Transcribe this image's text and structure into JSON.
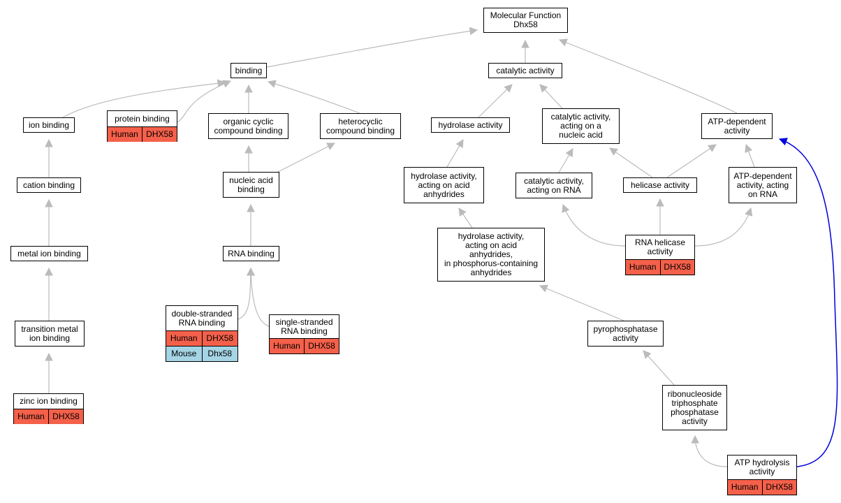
{
  "colors": {
    "edge": "#bbbbbb",
    "highlight_edge": "#0000dd",
    "human": "#f4604a",
    "mouse": "#a5d4e4"
  },
  "nodes": {
    "mf": "Molecular Function\nDhx58",
    "binding": "binding",
    "catalytic": "catalytic activity",
    "ion_binding": "ion binding",
    "protein_binding": "protein binding",
    "organic_cyclic": "organic cyclic\ncompound binding",
    "heterocyclic": "heterocyclic\ncompound binding",
    "hydrolase": "hydrolase activity",
    "cat_nucleic": "catalytic activity,\nacting on a\nnucleic acid",
    "atp_dependent": "ATP-dependent\nactivity",
    "cation_binding": "cation binding",
    "nucleic_acid_binding": "nucleic acid\nbinding",
    "hydrolase_acid_anh": "hydrolase activity,\nacting on acid\nanhydrides",
    "cat_rna": "catalytic activity,\nacting on RNA",
    "helicase": "helicase activity",
    "atp_dep_rna": "ATP-dependent\nactivity, acting\non RNA",
    "metal_ion_binding": "metal ion binding",
    "rna_binding": "RNA binding",
    "hydrolase_phos": "hydrolase activity,\nacting on acid\nanhydrides,\nin phosphorus-containing\nanhydrides",
    "rna_helicase": "RNA helicase\nactivity",
    "transition_metal": "transition metal\nion binding",
    "ds_rna_binding": "double-stranded\nRNA binding",
    "ss_rna_binding": "single-stranded\nRNA binding",
    "pyrophosphatase": "pyrophosphatase\nactivity",
    "zinc_ion_binding": "zinc ion binding",
    "ribonucleoside": "ribonucleoside\ntriphosphate\nphosphatase\nactivity",
    "atp_hydrolysis": "ATP hydrolysis\nactivity"
  },
  "annotations": {
    "protein_binding": [
      {
        "species": "Human",
        "gene": "DHX58"
      }
    ],
    "rna_helicase": [
      {
        "species": "Human",
        "gene": "DHX58"
      }
    ],
    "zinc_ion_binding": [
      {
        "species": "Human",
        "gene": "DHX58"
      }
    ],
    "ds_rna_binding": [
      {
        "species": "Human",
        "gene": "DHX58"
      },
      {
        "species": "Mouse",
        "gene": "Dhx58"
      }
    ],
    "ss_rna_binding": [
      {
        "species": "Human",
        "gene": "DHX58"
      }
    ],
    "atp_hydrolysis": [
      {
        "species": "Human",
        "gene": "DHX58"
      }
    ]
  },
  "edges": [
    {
      "from": "binding",
      "to": "mf"
    },
    {
      "from": "catalytic",
      "to": "mf"
    },
    {
      "from": "atp_dependent",
      "to": "mf"
    },
    {
      "from": "ion_binding",
      "to": "binding"
    },
    {
      "from": "protein_binding",
      "to": "binding"
    },
    {
      "from": "organic_cyclic",
      "to": "binding"
    },
    {
      "from": "heterocyclic",
      "to": "binding"
    },
    {
      "from": "hydrolase",
      "to": "catalytic"
    },
    {
      "from": "cat_nucleic",
      "to": "catalytic"
    },
    {
      "from": "cation_binding",
      "to": "ion_binding"
    },
    {
      "from": "metal_ion_binding",
      "to": "cation_binding"
    },
    {
      "from": "transition_metal",
      "to": "metal_ion_binding"
    },
    {
      "from": "zinc_ion_binding",
      "to": "transition_metal"
    },
    {
      "from": "nucleic_acid_binding",
      "to": "organic_cyclic"
    },
    {
      "from": "nucleic_acid_binding",
      "to": "heterocyclic"
    },
    {
      "from": "rna_binding",
      "to": "nucleic_acid_binding"
    },
    {
      "from": "ds_rna_binding",
      "to": "rna_binding"
    },
    {
      "from": "ss_rna_binding",
      "to": "rna_binding"
    },
    {
      "from": "hydrolase_acid_anh",
      "to": "hydrolase"
    },
    {
      "from": "hydrolase_phos",
      "to": "hydrolase_acid_anh"
    },
    {
      "from": "pyrophosphatase",
      "to": "hydrolase_phos"
    },
    {
      "from": "ribonucleoside",
      "to": "pyrophosphatase"
    },
    {
      "from": "atp_hydrolysis",
      "to": "ribonucleoside"
    },
    {
      "from": "cat_rna",
      "to": "cat_nucleic"
    },
    {
      "from": "helicase",
      "to": "cat_nucleic"
    },
    {
      "from": "helicase",
      "to": "atp_dependent"
    },
    {
      "from": "atp_dep_rna",
      "to": "atp_dependent"
    },
    {
      "from": "rna_helicase",
      "to": "cat_rna"
    },
    {
      "from": "rna_helicase",
      "to": "helicase"
    },
    {
      "from": "rna_helicase",
      "to": "atp_dep_rna"
    },
    {
      "from": "atp_hydrolysis",
      "to": "atp_dependent",
      "highlight": true
    }
  ]
}
